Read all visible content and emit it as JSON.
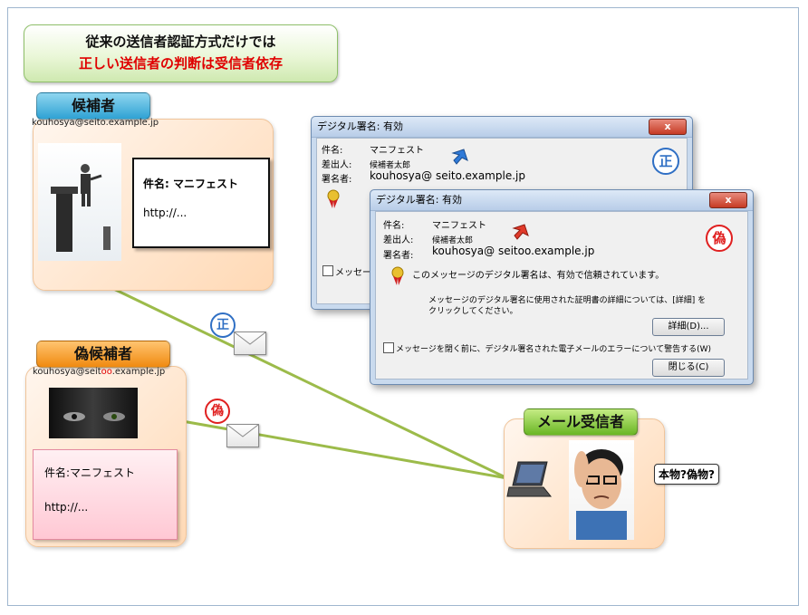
{
  "title": {
    "line1": "従来の送信者認証方式だけでは",
    "line2": "正しい送信者の判断は受信者依存"
  },
  "candidate": {
    "label": "候補者",
    "email": "kouhosya@seito.example.jp",
    "note_subject": "件名: マニフェスト",
    "note_url": "http://..."
  },
  "fake_candidate": {
    "label": "偽候補者",
    "email_prefix": "kouhosya@seit",
    "email_highlight": "oo",
    "email_suffix": ".example.jp",
    "note_subject": "件名:マニフェスト",
    "note_url": "http://..."
  },
  "receiver": {
    "label": "メール受信者",
    "question": "本物?偽物?"
  },
  "markers": {
    "genuine": "正",
    "fake": "偽"
  },
  "dialog_genuine": {
    "title": "デジタル署名: 有効",
    "close": "x",
    "subject_label": "件名:",
    "subject_value": "マニフェスト",
    "sender_label": "差出人:",
    "sender_value": "候補者太郎",
    "signer_label": "署名者:",
    "signer_value": "kouhosya@ seito.example.jp",
    "checkbox_label": "メッセージ"
  },
  "dialog_fake": {
    "title": "デジタル署名: 有効",
    "close": "x",
    "subject_label": "件名:",
    "subject_value": "マニフェスト",
    "sender_label": "差出人:",
    "sender_value": "候補者太郎",
    "signer_label": "署名者:",
    "signer_value": "kouhosya@ seitoo.example.jp",
    "trusted_message": "このメッセージのデジタル署名は、有効で信頼されています。",
    "detail_message_1": "メッセージのデジタル署名に使用された証明書の詳細については、[詳細] を",
    "detail_message_2": "クリックしてください。",
    "detail_button": "詳細(D)...",
    "checkbox_label": "メッセージを閉く前に、デジタル署名された電子メールのエラーについて警告する(W)",
    "close_button": "閉じる(C)"
  },
  "colors": {
    "line": "#9cbb4a",
    "genuine_badge": "#2f6fc4",
    "fake_badge": "#e02020"
  }
}
